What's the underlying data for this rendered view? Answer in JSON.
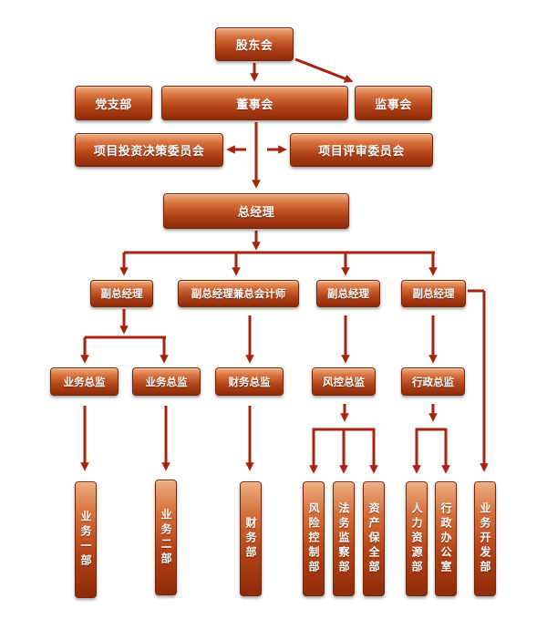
{
  "colors": {
    "line": "#a8220c",
    "box_top": "#ecae82",
    "box_bottom": "#8e2b0a",
    "text": "#ffffff"
  },
  "nodes": {
    "shareholders": "股东会",
    "party_branch": "党支部",
    "board": "董事会",
    "supervisors": "监事会",
    "investment_committee": "项目投资决策委员会",
    "review_committee": "项目评审委员会",
    "general_manager": "总经理",
    "deputy_gm_1": "副总经理",
    "deputy_gm_cfo": "副总经理兼总会计师",
    "deputy_gm_3": "副总经理",
    "deputy_gm_4": "副总经理",
    "business_director_1": "业务总监",
    "business_director_2": "业务总监",
    "finance_director": "财务总监",
    "risk_director": "风控总监",
    "admin_director": "行政总监",
    "business_dept_1": "业务一部",
    "business_dept_2": "业务二部",
    "finance_dept": "财务部",
    "risk_control_dept": "风险控制部",
    "legal_audit_dept": "法务监察部",
    "asset_preservation_dept": "资产保全部",
    "hr_dept": "人力资源部",
    "admin_office": "行政办公室",
    "business_development_dept": "业务开发部"
  }
}
